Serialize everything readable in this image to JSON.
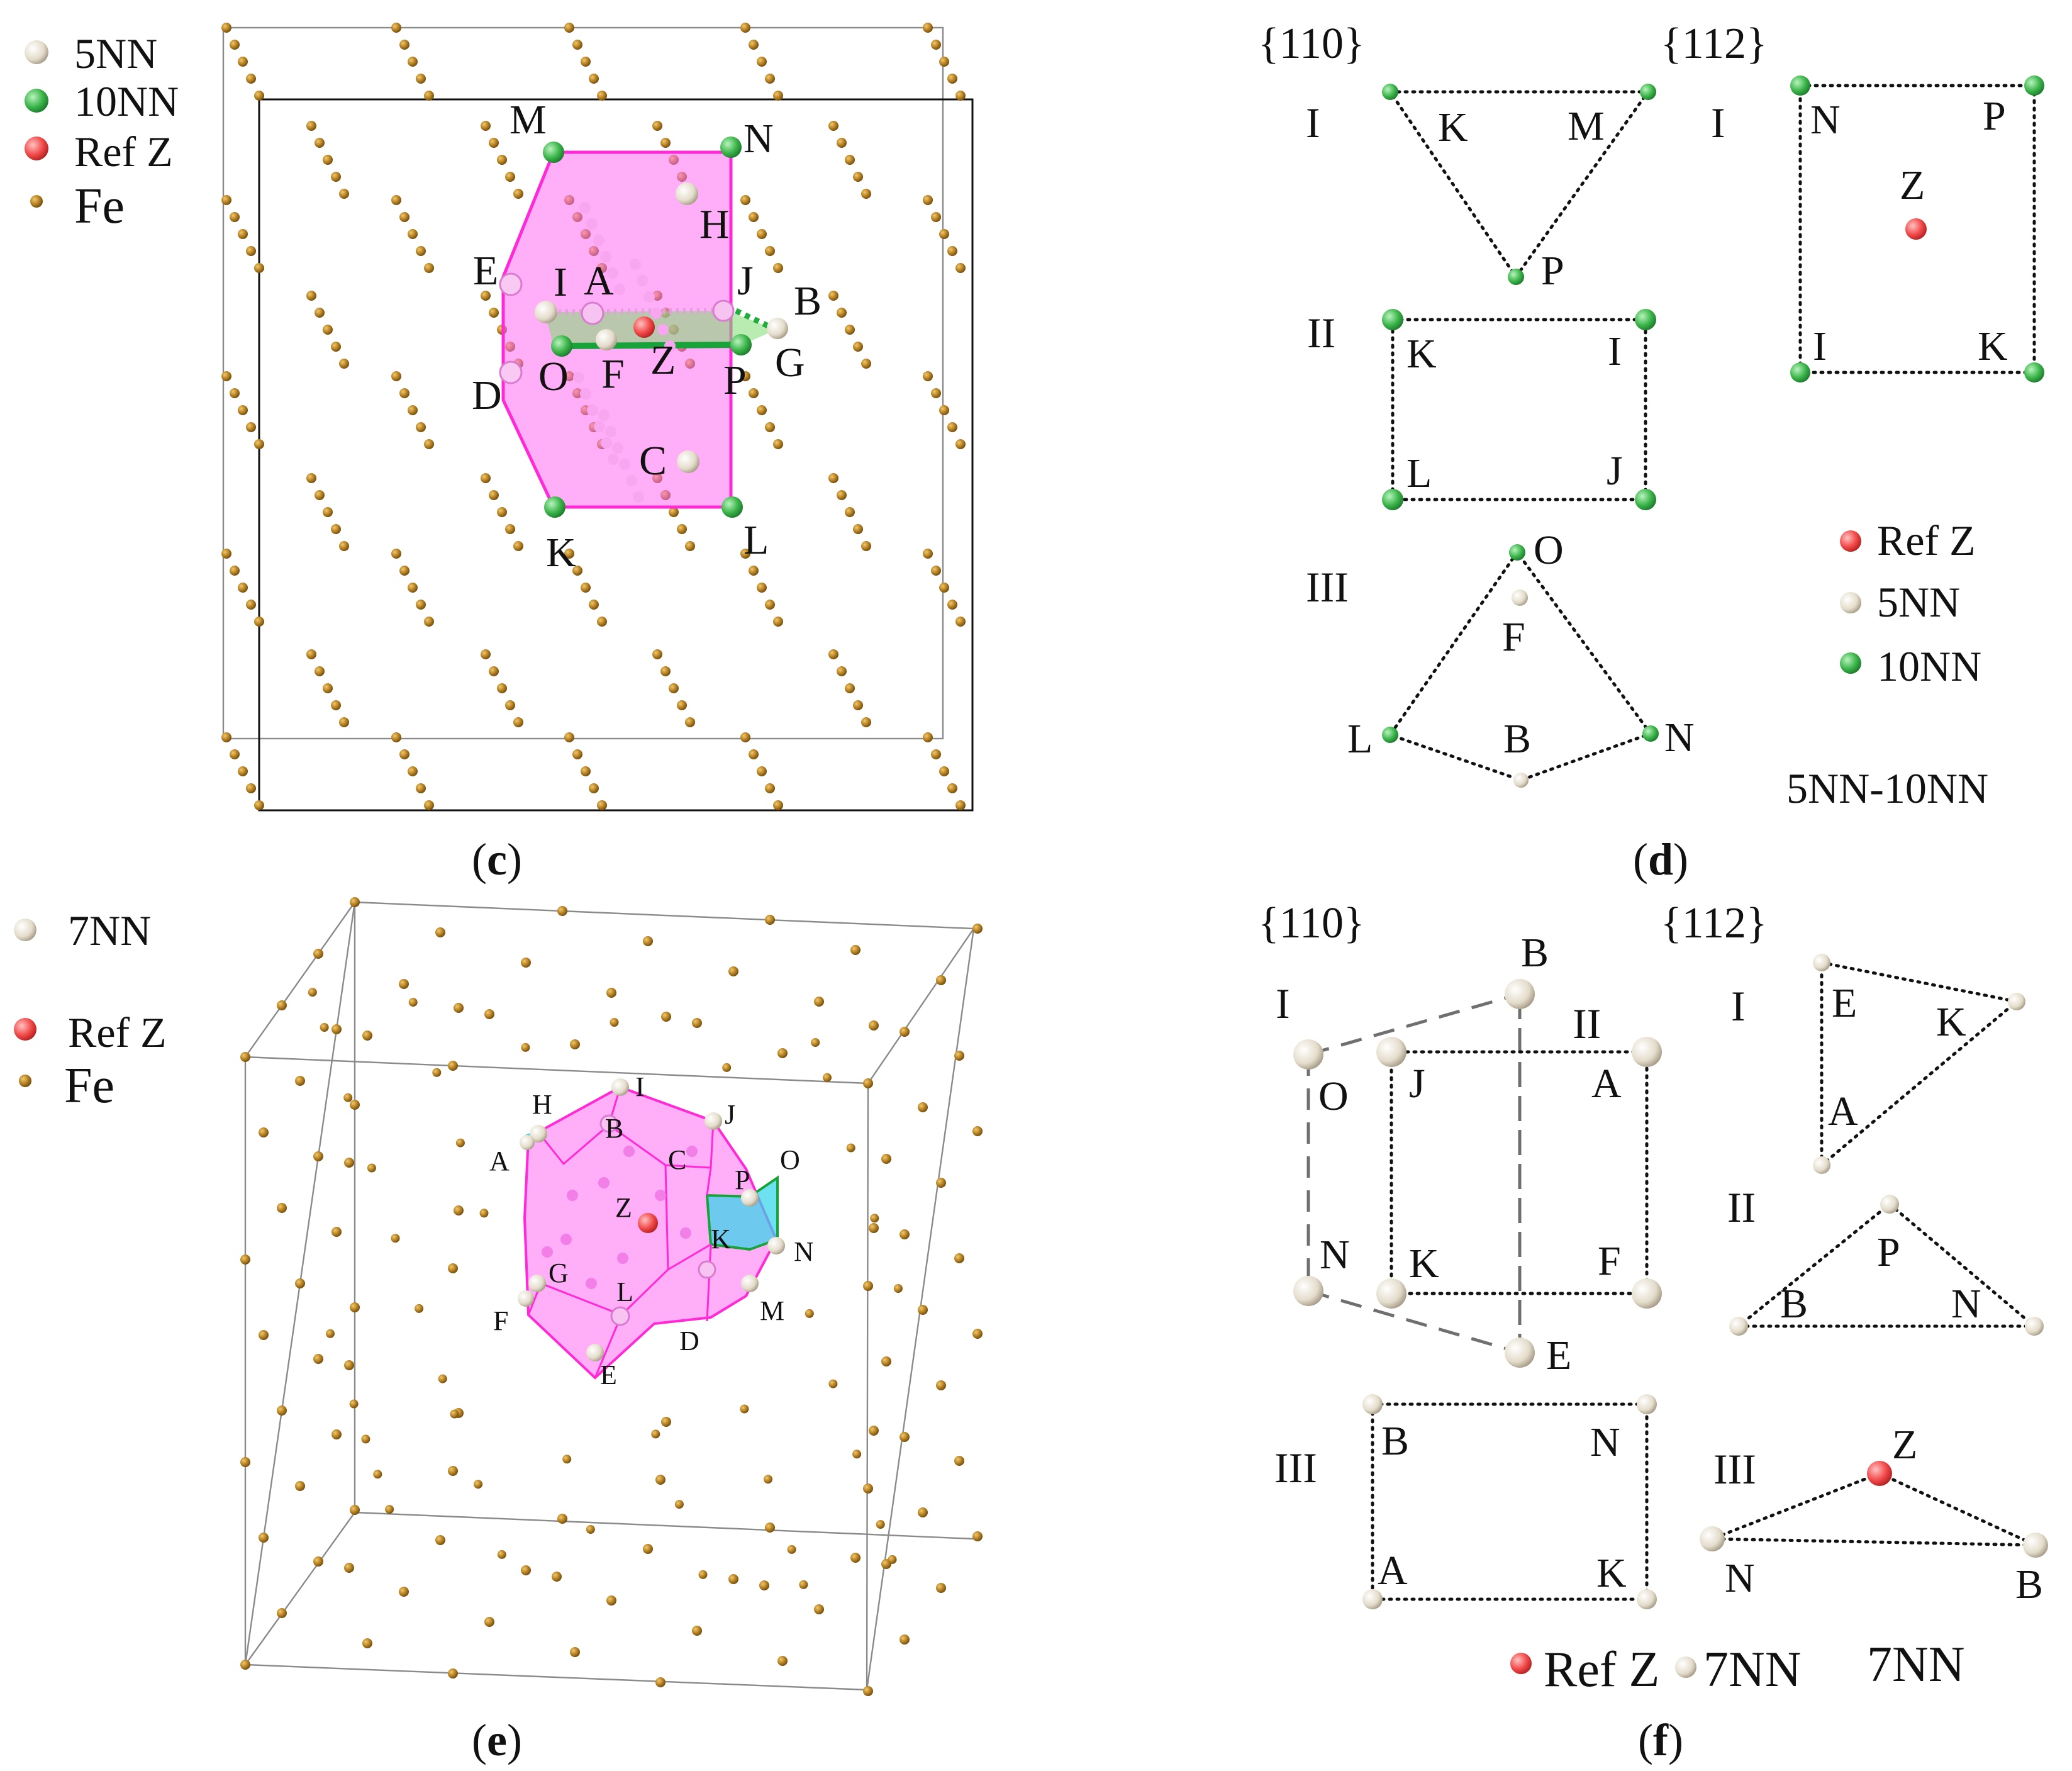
{
  "panel_c": {
    "caption_open": "(",
    "caption_letter": "c",
    "caption_close": ")",
    "legend": {
      "fivenn": "5NN",
      "tennn": "10NN",
      "refz": "Ref Z",
      "fe": "Fe"
    },
    "labels": {
      "M": "M",
      "N": "N",
      "H": "H",
      "E": "E",
      "I": "I",
      "A": "A",
      "J": "J",
      "B": "B",
      "O": "O",
      "F": "F",
      "Z": "Z",
      "P": "P",
      "G": "G",
      "D": "D",
      "C": "C",
      "K": "K",
      "L": "L"
    }
  },
  "panel_d": {
    "caption_open": "(",
    "caption_letter": "d",
    "caption_close": ")",
    "plane_110": "{110}",
    "plane_112": "{112}",
    "roman": {
      "r1a": "I",
      "r2": "II",
      "r3": "III",
      "r1b": "I"
    },
    "labels": {
      "K1": "K",
      "M": "M",
      "P1": "P",
      "K2": "K",
      "I2": "I",
      "L2": "L",
      "J": "J",
      "O": "O",
      "F": "F",
      "L3": "L",
      "B": "B",
      "N3": "N",
      "N4": "N",
      "P4": "P",
      "Z": "Z",
      "I4": "I",
      "K4": "K"
    },
    "legend": {
      "refz": "Ref Z",
      "fivenn": "5NN",
      "tennn": "10NN"
    },
    "note": "5NN-10NN"
  },
  "panel_e": {
    "caption_open": "(",
    "caption_letter": "e",
    "caption_close": ")",
    "legend": {
      "sevennn": "7NN",
      "refz": "Ref Z",
      "fe": "Fe"
    },
    "labels": {
      "H": "H",
      "I": "I",
      "B": "B",
      "J": "J",
      "A": "A",
      "C": "C",
      "P": "P",
      "O": "O",
      "Z": "Z",
      "K": "K",
      "N": "N",
      "G": "G",
      "L": "L",
      "F": "F",
      "M": "M",
      "D": "D",
      "E": "E"
    }
  },
  "panel_f": {
    "caption_open": "(",
    "caption_letter": "f",
    "caption_close": ")",
    "plane_110": "{110}",
    "plane_112": "{112}",
    "roman": {
      "r1": "I",
      "r2": "II",
      "r3": "III",
      "r1b": "I",
      "r2b": "II",
      "r3b": "III"
    },
    "labels": {
      "B": "B",
      "O": "O",
      "J": "J",
      "A": "A",
      "N": "N",
      "K": "K",
      "F": "F",
      "E": "E",
      "B3": "B",
      "N3": "N",
      "A3": "A",
      "K3": "K",
      "E1": "E",
      "K1": "K",
      "A1": "A",
      "P2": "P",
      "B2": "B",
      "N2": "N",
      "Z3": "Z",
      "N33": "N",
      "B33": "B"
    },
    "legend": {
      "refz": "Ref Z",
      "sevennn": "7NN"
    },
    "note": "7NN"
  },
  "colors": {
    "fe": "#a8741c",
    "five_nn": "#e4dccb",
    "ten_nn": "#3cb54a",
    "ref_z": "#f24a4a",
    "polyhedron": "#ff6cf0",
    "cyan_face": "#30d8e0",
    "green_line": "#18a33a"
  }
}
